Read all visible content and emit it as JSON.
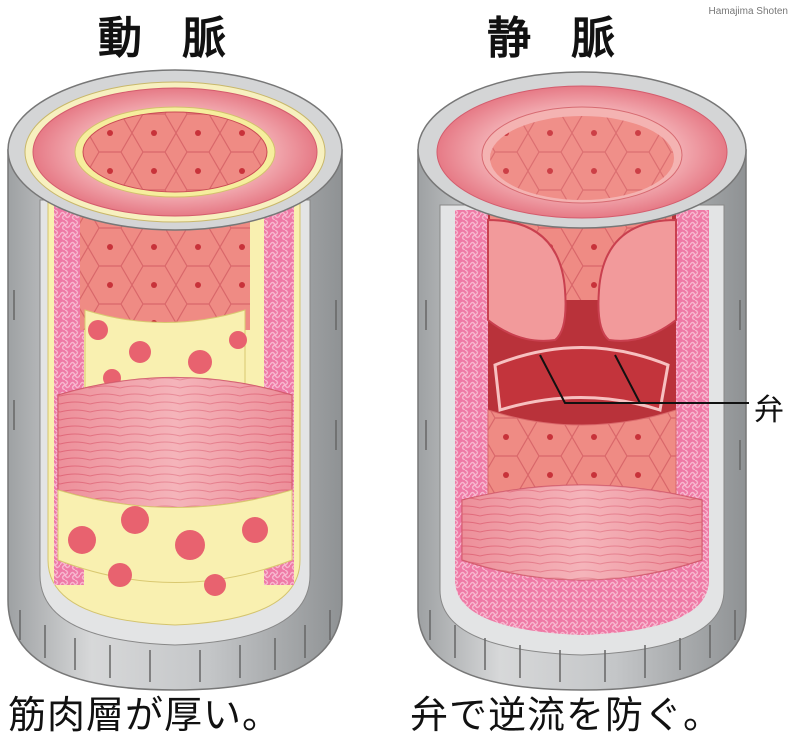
{
  "credit": "Hamajima Shoten",
  "artery": {
    "title": "動脈",
    "caption": "筋肉層が厚い。"
  },
  "vein": {
    "title": "静脈",
    "caption": "弁で逆流を防ぐ。",
    "valve_label": "弁"
  },
  "colors": {
    "outer_wall": "#c9cacb",
    "outer_wall_dark": "#9d9fa1",
    "muscle": "#ef8f98",
    "muscle_dark": "#d8566a",
    "endothelium": "#f28e8a",
    "lumen": "#c9383f",
    "elastic_layer": "#f9f0b0",
    "connective": "#e85f93"
  }
}
